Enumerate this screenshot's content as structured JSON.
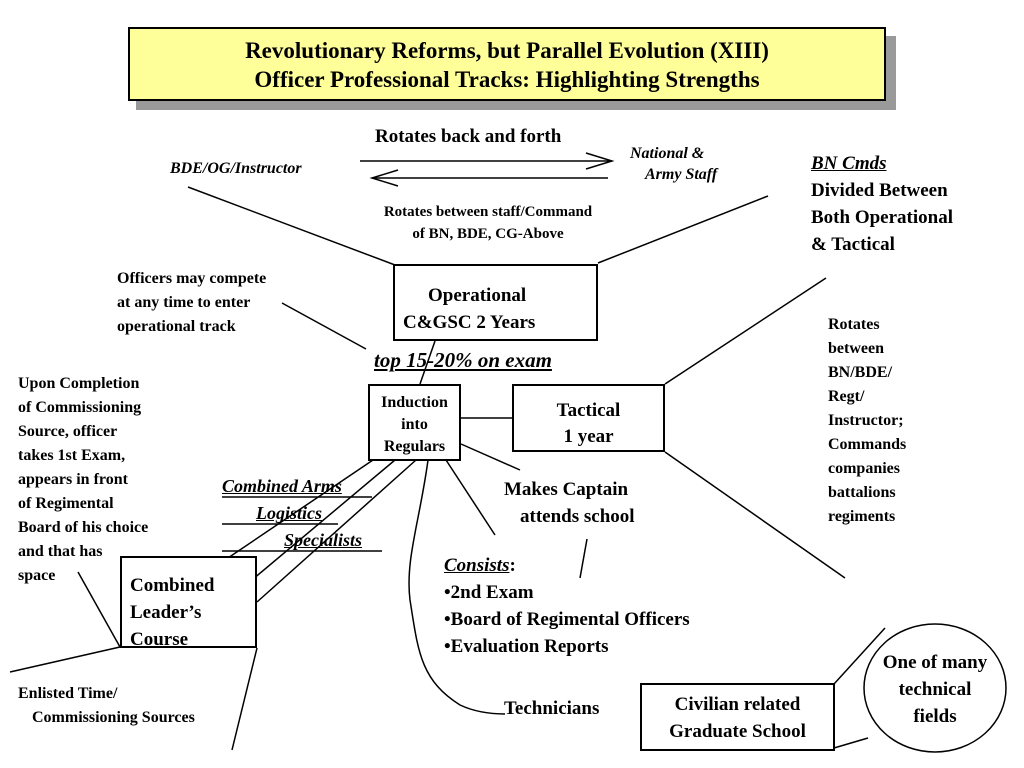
{
  "title": {
    "line1": "Revolutionary Reforms, but Parallel Evolution (XIII)",
    "line2": "Officer Professional Tracks: Highlighting Strengths"
  },
  "rotates_back_forth": "Rotates back and forth",
  "bde_og_instructor": "BDE/OG/Instructor",
  "national_staff": {
    "line1": "National &",
    "line2": "Army Staff"
  },
  "rotates_staff_command": {
    "line1": "Rotates between staff/Command",
    "line2": "of BN, BDE, CG-Above"
  },
  "bn_cmds": {
    "heading": "BN Cmds",
    "line1": "Divided Between",
    "line2": "Both Operational",
    "line3": "& Tactical"
  },
  "officers_compete": {
    "line1": "Officers may compete",
    "line2": "at any time to enter",
    "line3": "operational track"
  },
  "operational_box": {
    "line1": "Operational",
    "line2": "C&GSC 2 Years"
  },
  "top_exam": "top 15-20% on exam",
  "rotates_between": [
    "Rotates",
    "between",
    "BN/BDE/",
    "Regt/",
    "Instructor;",
    "Commands",
    "companies",
    "battalions",
    "regiments"
  ],
  "upon_completion": [
    "Upon Completion",
    "of Commissioning",
    "Source, officer",
    "takes 1st Exam,",
    "appears in front",
    "of Regimental",
    "Board of his choice",
    "and that has",
    "space"
  ],
  "induction_box": {
    "line1": "Induction",
    "line2": "into",
    "line3": "Regulars"
  },
  "tactical_box": {
    "line1": "Tactical",
    "line2": "1 year"
  },
  "branches": {
    "combined_arms": "Combined Arms",
    "logistics": "Logistics",
    "specialists": "Specialists"
  },
  "makes_captain": {
    "line1": "Makes Captain",
    "line2": "attends school"
  },
  "clc_box": {
    "line1": "Combined",
    "line2": "Leader’s",
    "line3": "Course"
  },
  "consists": {
    "heading": "Consists",
    "colon": ":",
    "items": [
      "•2nd Exam",
      "•Board of Regimental Officers",
      "•Evaluation Reports"
    ]
  },
  "enlisted": {
    "line1": "Enlisted Time/",
    "line2": "Commissioning Sources"
  },
  "technicians": "Technicians",
  "civilian_box": {
    "line1": "Civilian related",
    "line2": "Graduate School"
  },
  "technical_fields": {
    "line1": "One of many",
    "line2": "technical",
    "line3": "fields"
  }
}
